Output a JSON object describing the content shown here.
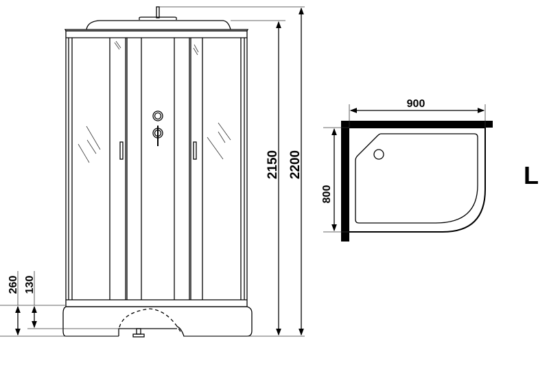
{
  "front_view": {
    "dimensions": {
      "total_height": "2200",
      "cabin_height": "2150",
      "tray_height": "260",
      "tray_floor_height": "130"
    }
  },
  "plan_view": {
    "dimensions": {
      "width": "900",
      "depth": "800"
    },
    "orientation_label": "L"
  },
  "colors": {
    "line": "#000000",
    "background": "#ffffff"
  }
}
